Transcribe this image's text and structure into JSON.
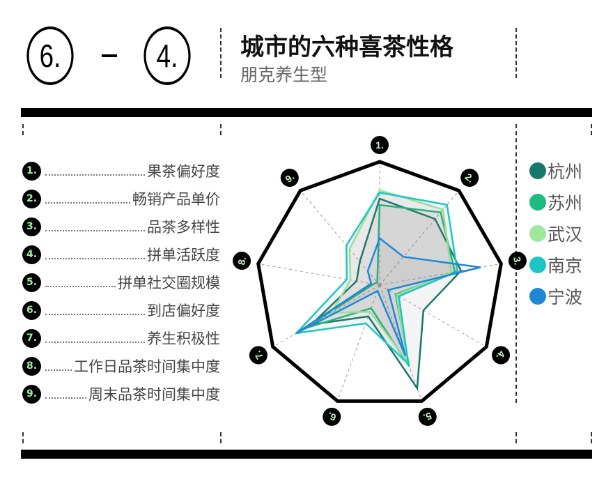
{
  "header": {
    "num_a": "6.",
    "num_b": "4.",
    "title": "城市的六种喜茶性格",
    "subtitle": "朋克养生型"
  },
  "chart_data": {
    "type": "radar",
    "title": "城市的六种喜茶性格",
    "axes": [
      {
        "num": "1.",
        "label": "果茶偏好度"
      },
      {
        "num": "2.",
        "label": "畅销产品单价"
      },
      {
        "num": "3.",
        "label": "品茶多样性"
      },
      {
        "num": "4.",
        "label": "拼单活跃度"
      },
      {
        "num": "5.",
        "label": "拼单社交圈规模"
      },
      {
        "num": "6.",
        "label": "到店偏好度"
      },
      {
        "num": "7.",
        "label": "养生积极性"
      },
      {
        "num": "8.",
        "label": "工作日品茶时间集中度"
      },
      {
        "num": "9.",
        "label": "周末品茶时间集中度"
      }
    ],
    "range": [
      0,
      1
    ],
    "legend_position": "right",
    "series": [
      {
        "name": "杭州",
        "color": "#17786b",
        "values": [
          0.7,
          0.7,
          0.67,
          0.41,
          0.89,
          0.27,
          0.64,
          0.19,
          0.25
        ]
      },
      {
        "name": "苏州",
        "color": "#1dbb80",
        "values": [
          0.65,
          0.77,
          0.62,
          0.15,
          0.7,
          0.2,
          0.7,
          0.05,
          0.03
        ]
      },
      {
        "name": "武汉",
        "color": "#9ee89c",
        "values": [
          0.77,
          0.8,
          0.59,
          0.16,
          0.66,
          0.23,
          0.45,
          0.24,
          0.38
        ]
      },
      {
        "name": "南京",
        "color": "#1cc6c4",
        "values": [
          0.75,
          0.85,
          0.64,
          0.18,
          0.68,
          0.33,
          0.78,
          0.27,
          0.42
        ]
      },
      {
        "name": "宁波",
        "color": "#1e88d6",
        "values": [
          0.38,
          0.3,
          0.83,
          0.08,
          0.61,
          0.05,
          0.78,
          0.07,
          0.15
        ]
      }
    ]
  }
}
